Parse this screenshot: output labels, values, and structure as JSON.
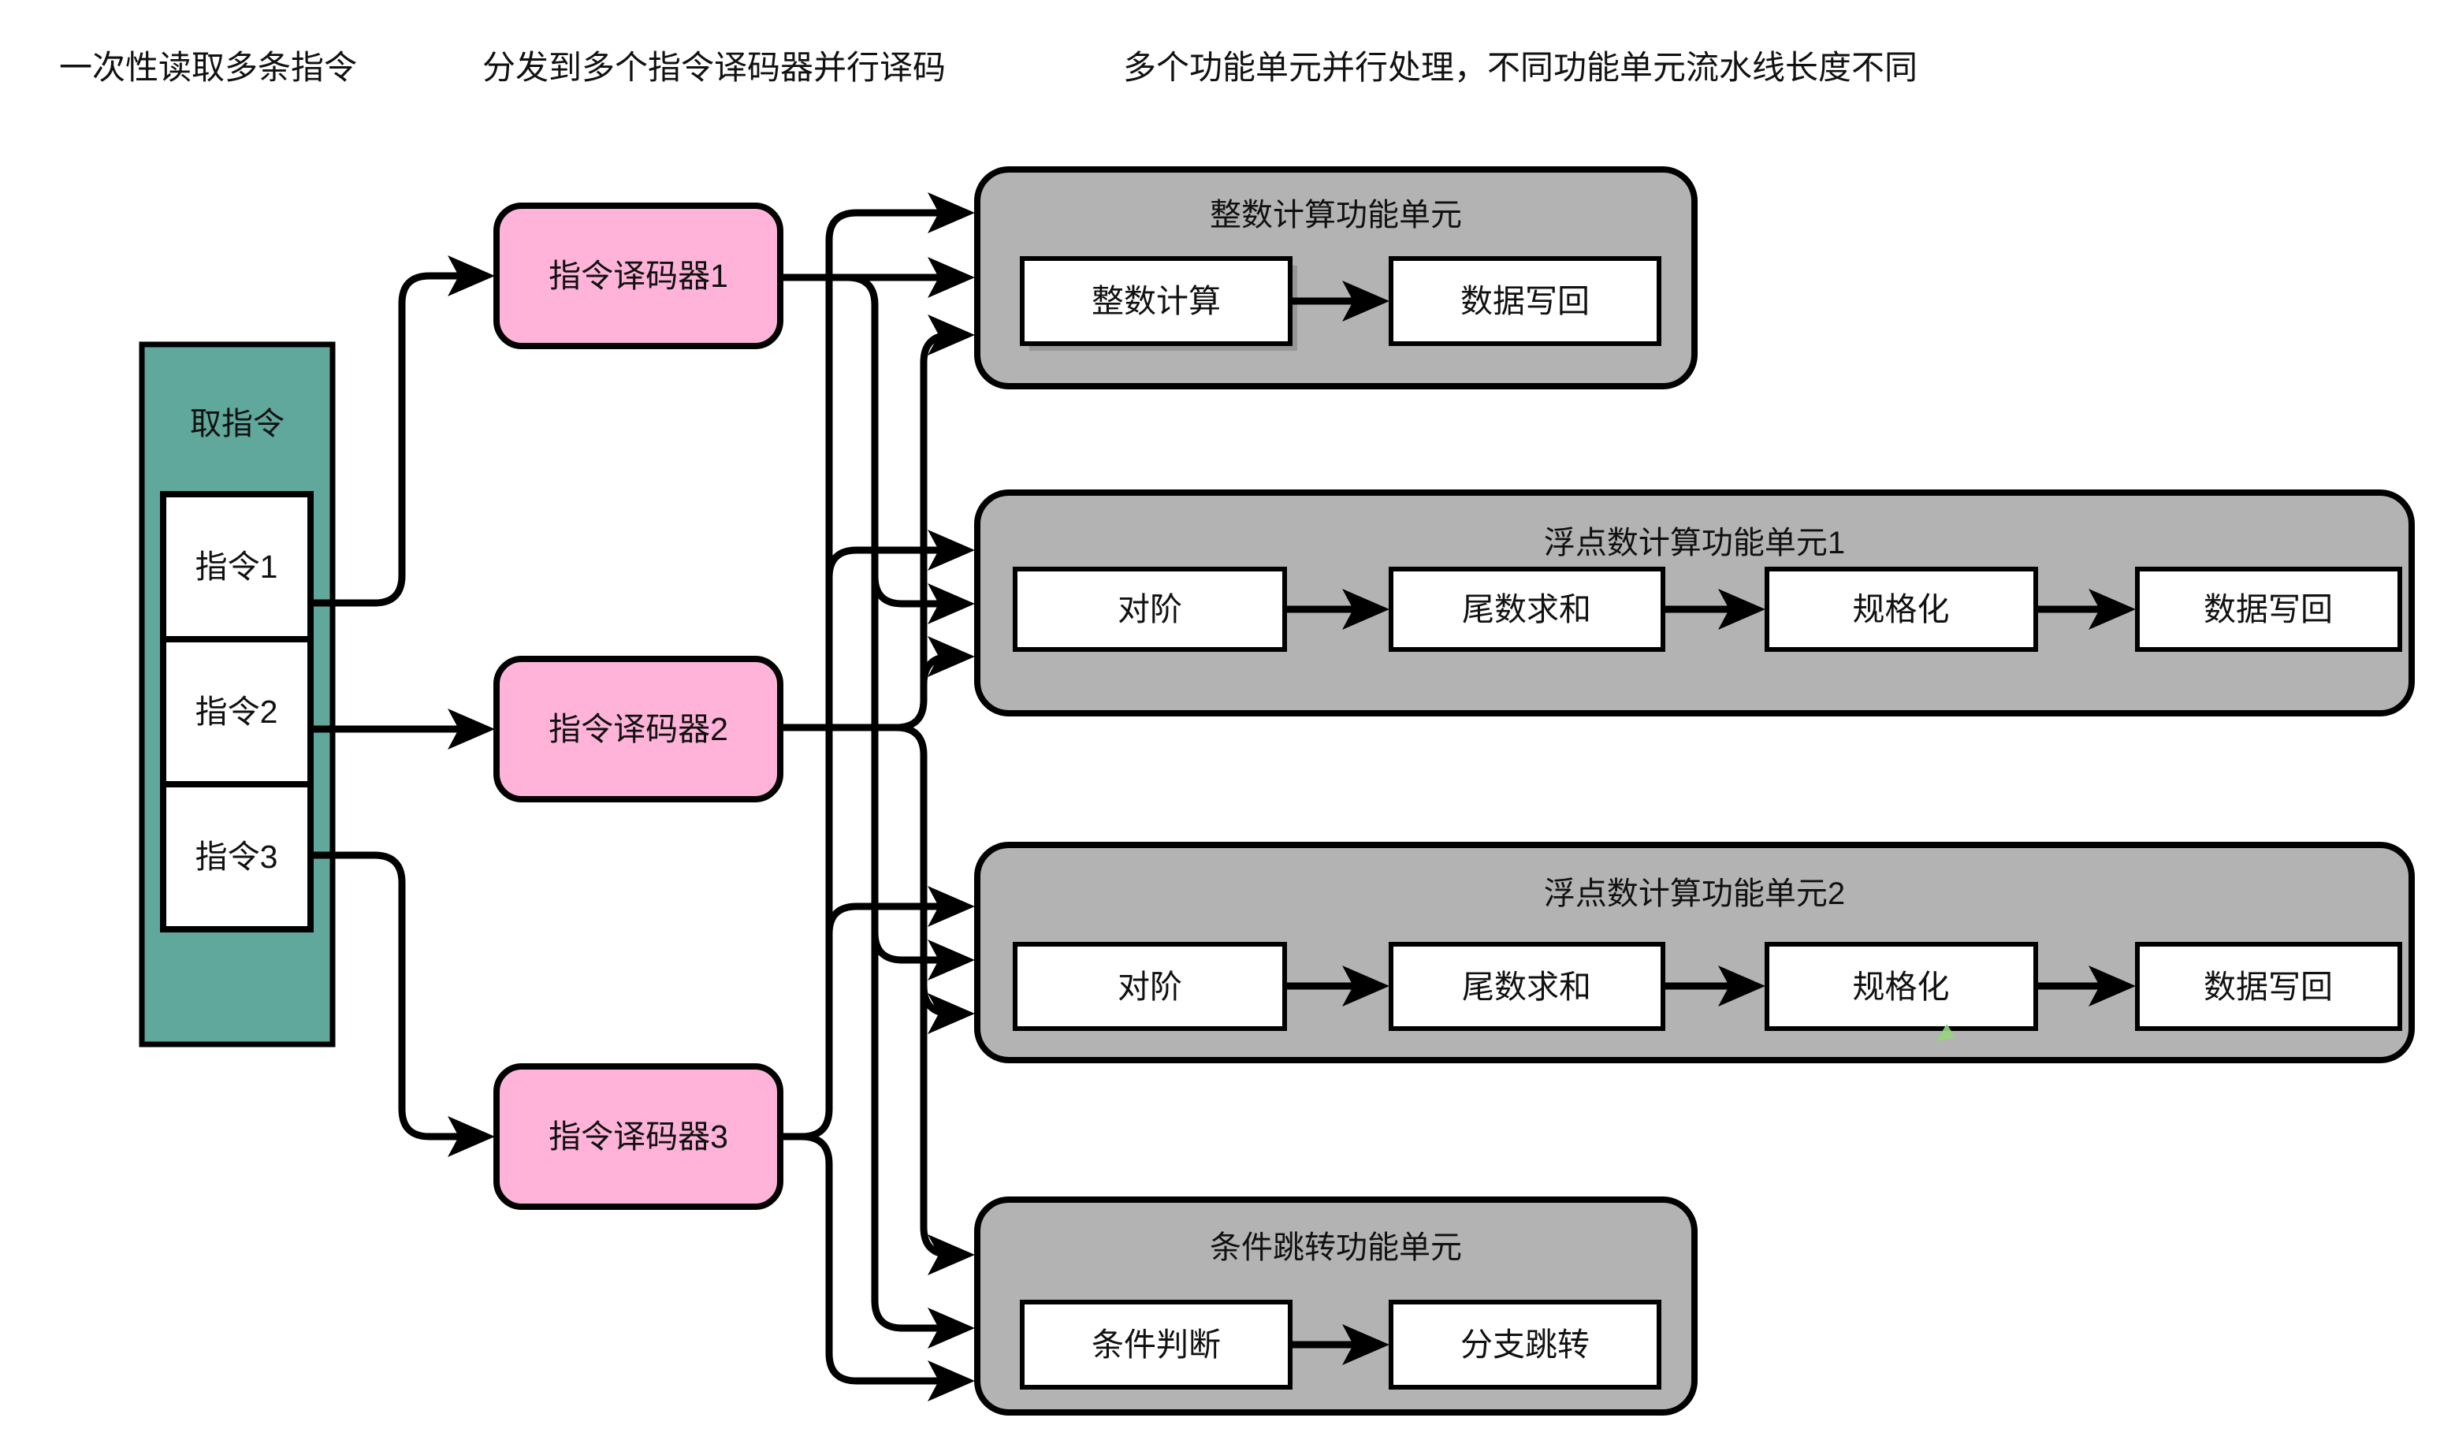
{
  "annotations": {
    "fetch": "一次性读取多条指令",
    "dispatch": "分发到多个指令译码器并行译码",
    "execute": "多个功能单元并行处理，不同功能单元流水线长度不同"
  },
  "fetch_block": {
    "title": "取指令",
    "instructions": [
      "指令1",
      "指令2",
      "指令3"
    ]
  },
  "decoders": [
    "指令译码器1",
    "指令译码器2",
    "指令译码器3"
  ],
  "units": [
    {
      "title": "整数计算功能单元",
      "stages": [
        "整数计算",
        "数据写回"
      ]
    },
    {
      "title": "浮点数计算功能单元1",
      "stages": [
        "对阶",
        "尾数求和",
        "规格化",
        "数据写回"
      ]
    },
    {
      "title": "浮点数计算功能单元2",
      "stages": [
        "对阶",
        "尾数求和",
        "规格化",
        "数据写回"
      ]
    },
    {
      "title": "条件跳转功能单元",
      "stages": [
        "条件判断",
        "分支跳转"
      ]
    }
  ],
  "colors": {
    "fetch_fill": "#5fa89b",
    "decoder_fill": "#ffb3d9",
    "unit_fill": "#b3b3b3",
    "stage_fill": "#ffffff",
    "line": "#000000",
    "artifact_green": "#97d57d"
  }
}
